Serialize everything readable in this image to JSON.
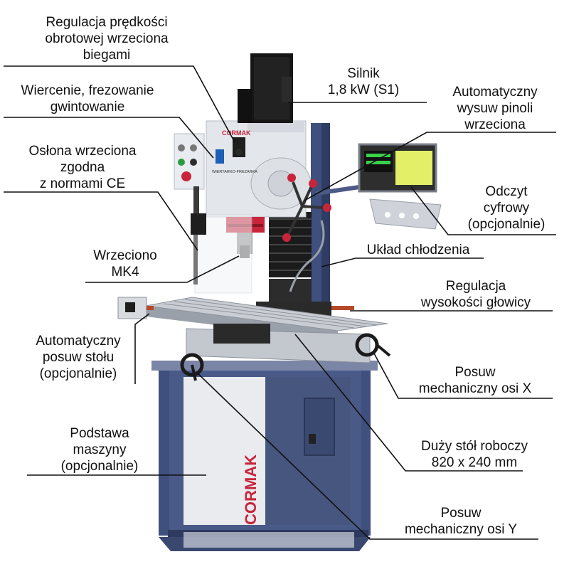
{
  "brand": {
    "logo_text": "CORMAK",
    "head_logo": "CORMAK",
    "head_plate": "WIERTARKO-FREZARKA"
  },
  "colors": {
    "frame_blue": "#3f4f7e",
    "frame_light": "#e9ebef",
    "metal": "#c9cdd3",
    "black": "#1b1b1b",
    "accent_red": "#c8243a",
    "dro_green": "#e3ef66"
  },
  "labels": {
    "speed_reg": [
      "Regulacja prędkości",
      "obrotowej wrzeciona",
      "biegami"
    ],
    "drilling": [
      "Wiercenie, frezowanie",
      "gwintowanie"
    ],
    "guard": [
      "Osłona wrzeciona",
      "zgodna",
      "z normami CE"
    ],
    "spindle": [
      "Wrzeciono",
      "MK4"
    ],
    "auto_table": [
      "Automatyczny",
      "posuw stołu",
      "(opcjonalnie)"
    ],
    "base": [
      "Podstawa",
      "maszyny",
      "(opcjonalnie)"
    ],
    "motor": [
      "Silnik",
      "1,8 kW (S1)"
    ],
    "auto_quill": [
      "Automatyczny",
      "wysuw pinoli",
      "wrzeciona"
    ],
    "dro": [
      "Odczyt",
      "cyfrowy",
      "(opcjonalnie)"
    ],
    "coolant": [
      "Układ chłodzenia"
    ],
    "head_height": [
      "Regulacja",
      "wysokości głowicy"
    ],
    "feed_x": [
      "Posuw",
      "mechaniczny osi X"
    ],
    "big_table": [
      "Duży stół roboczy",
      "820 x 240 mm"
    ],
    "feed_y": [
      "Posuw",
      "mechaniczny osi Y"
    ]
  }
}
